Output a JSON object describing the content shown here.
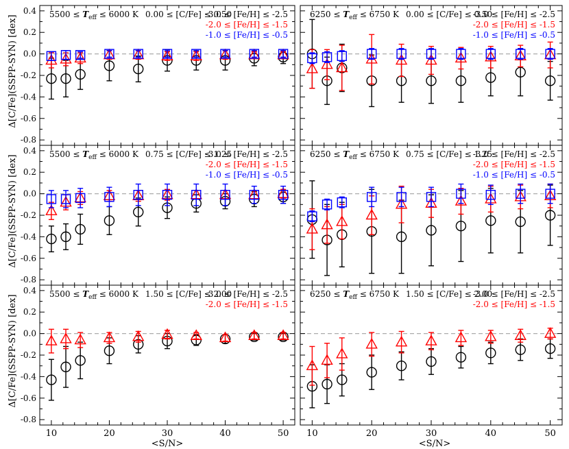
{
  "figure": {
    "x_label": "<S/N>",
    "y_label": "Δ[C/Fe](SSPP-SYN) [dex]",
    "x_ticks": [
      "10",
      "20",
      "30",
      "40",
      "50"
    ],
    "y_ticks": [
      "0.4",
      "0.2",
      "0.0",
      "-0.2",
      "-0.4",
      "-0.6",
      "-0.8"
    ]
  },
  "series_colors": {
    "circle": "#000000",
    "triangle": "#ff0000",
    "square": "#0000ff",
    "zero_line": "#aaaaaa"
  },
  "chart_data": [
    {
      "type": "scatter",
      "row": 0,
      "col": 0,
      "teff_label": "5500 ≤ T_eff ≤ 6000 K",
      "teff_lo": "5500 ≤ ",
      "teff_T": "T",
      "teff_sub": "eff",
      "teff_hi": " ≤ 6000 K",
      "cfe_label": "0.00 ≤ [C/Fe] ≤ 0.50",
      "legend": [
        "-3.0 ≤ [Fe/H] ≤ -2.5",
        "-2.0 ≤ [Fe/H] ≤ -1.5",
        "-1.0 ≤ [Fe/H] ≤ -0.5"
      ],
      "xlim": [
        8,
        52
      ],
      "ylim": [
        -0.85,
        0.45
      ],
      "x": [
        10,
        12.5,
        15,
        20,
        25,
        30,
        35,
        40,
        45,
        50
      ],
      "series": [
        {
          "marker": "circle",
          "values": [
            -0.23,
            -0.23,
            -0.19,
            -0.11,
            -0.14,
            -0.06,
            -0.06,
            -0.06,
            -0.04,
            -0.03
          ],
          "errors": [
            0.19,
            0.17,
            0.14,
            0.14,
            0.12,
            0.1,
            0.09,
            0.09,
            0.07,
            0.06
          ]
        },
        {
          "marker": "triangle",
          "values": [
            -0.06,
            -0.05,
            -0.04,
            -0.01,
            -0.01,
            -0.02,
            -0.02,
            -0.01,
            -0.01,
            -0.01
          ],
          "errors": [
            0.07,
            0.06,
            0.05,
            0.04,
            0.04,
            0.04,
            0.04,
            0.04,
            0.03,
            0.03
          ]
        },
        {
          "marker": "square",
          "values": [
            -0.02,
            -0.01,
            -0.01,
            0.0,
            0.0,
            0.0,
            0.0,
            0.0,
            0.0,
            0.0
          ],
          "errors": [
            0.04,
            0.04,
            0.03,
            0.03,
            0.03,
            0.03,
            0.03,
            0.03,
            0.03,
            0.03
          ]
        }
      ]
    },
    {
      "type": "scatter",
      "row": 0,
      "col": 1,
      "teff_label": "6250 ≤ T_eff ≤ 6750 K",
      "teff_lo": "6250 ≤ ",
      "teff_T": "T",
      "teff_sub": "eff",
      "teff_hi": " ≤ 6750 K",
      "cfe_label": "0.00 ≤ [C/Fe] ≤ 0.50",
      "legend": [
        "-3.0 ≤ [Fe/H] ≤ -2.5",
        "-2.0 ≤ [Fe/H] ≤ -1.5",
        "-1.0 ≤ [Fe/H] ≤ -0.5"
      ],
      "xlim": [
        8,
        52
      ],
      "ylim": [
        -0.85,
        0.45
      ],
      "x": [
        10,
        12.5,
        15,
        20,
        25,
        30,
        35,
        40,
        45,
        50
      ],
      "series": [
        {
          "marker": "circle",
          "values": [
            0.0,
            -0.25,
            -0.13,
            -0.25,
            -0.25,
            -0.25,
            -0.25,
            -0.22,
            -0.17,
            -0.25
          ],
          "errors": [
            0.32,
            0.22,
            0.22,
            0.24,
            0.2,
            0.21,
            0.2,
            0.17,
            0.22,
            0.18
          ]
        },
        {
          "marker": "triangle",
          "values": [
            -0.14,
            -0.1,
            -0.13,
            -0.05,
            -0.06,
            -0.06,
            -0.04,
            -0.03,
            -0.02,
            -0.01
          ],
          "errors": [
            0.18,
            0.14,
            0.21,
            0.23,
            0.15,
            0.13,
            0.1,
            0.1,
            0.1,
            0.12
          ]
        },
        {
          "marker": "square",
          "values": [
            -0.04,
            -0.03,
            -0.02,
            0.0,
            0.0,
            0.0,
            0.0,
            0.0,
            0.0,
            0.0
          ],
          "errors": [
            0.05,
            0.05,
            0.05,
            0.05,
            0.05,
            0.05,
            0.05,
            0.05,
            0.05,
            0.05
          ]
        }
      ]
    },
    {
      "type": "scatter",
      "row": 1,
      "col": 0,
      "teff_label": "5500 ≤ T_eff ≤ 6000 K",
      "teff_lo": "5500 ≤ ",
      "teff_T": "T",
      "teff_sub": "eff",
      "teff_hi": " ≤ 6000 K",
      "cfe_label": "0.75 ≤ [C/Fe] ≤ 1.25",
      "legend": [
        "-3.0 ≤ [Fe/H] ≤ -2.5",
        "-2.0 ≤ [Fe/H] ≤ -1.5",
        "-1.0 ≤ [Fe/H] ≤ -0.5"
      ],
      "xlim": [
        8,
        52
      ],
      "ylim": [
        -0.85,
        0.45
      ],
      "x": [
        10,
        12.5,
        15,
        20,
        25,
        30,
        35,
        40,
        45,
        50
      ],
      "series": [
        {
          "marker": "circle",
          "values": [
            -0.42,
            -0.4,
            -0.33,
            -0.25,
            -0.17,
            -0.13,
            -0.09,
            -0.07,
            -0.05,
            -0.03
          ],
          "errors": [
            0.12,
            0.12,
            0.14,
            0.13,
            0.13,
            0.1,
            0.08,
            0.07,
            0.07,
            0.06
          ]
        },
        {
          "marker": "triangle",
          "values": [
            -0.16,
            -0.08,
            -0.04,
            -0.02,
            -0.02,
            -0.01,
            -0.01,
            -0.01,
            -0.01,
            0.0
          ],
          "errors": [
            0.08,
            0.07,
            0.06,
            0.05,
            0.05,
            0.05,
            0.04,
            0.04,
            0.04,
            0.04
          ]
        },
        {
          "marker": "square",
          "values": [
            -0.05,
            -0.05,
            -0.04,
            -0.03,
            -0.01,
            -0.01,
            -0.01,
            -0.01,
            -0.01,
            -0.01
          ],
          "errors": [
            0.08,
            0.08,
            0.09,
            0.09,
            0.1,
            0.1,
            0.1,
            0.1,
            0.08,
            0.08
          ]
        }
      ]
    },
    {
      "type": "scatter",
      "row": 1,
      "col": 1,
      "teff_label": "6250 ≤ T_eff ≤ 6750 K",
      "teff_lo": "6250 ≤ ",
      "teff_T": "T",
      "teff_sub": "eff",
      "teff_hi": " ≤ 6750 K",
      "cfe_label": "0.75 ≤ [C/Fe] ≤ 1.25",
      "legend": [
        "-3.0 ≤ [Fe/H] ≤ -2.5",
        "-2.0 ≤ [Fe/H] ≤ -1.5",
        "-1.0 ≤ [Fe/H] ≤ -0.5"
      ],
      "xlim": [
        8,
        52
      ],
      "ylim": [
        -0.85,
        0.45
      ],
      "x": [
        10,
        12.5,
        15,
        20,
        25,
        30,
        35,
        40,
        45,
        50
      ],
      "series": [
        {
          "marker": "circle",
          "values": [
            -0.24,
            -0.43,
            -0.38,
            -0.35,
            -0.4,
            -0.34,
            -0.3,
            -0.25,
            -0.26,
            -0.2
          ],
          "errors": [
            0.36,
            0.33,
            0.3,
            0.39,
            0.34,
            0.33,
            0.33,
            0.3,
            0.29,
            0.28
          ]
        },
        {
          "marker": "triangle",
          "values": [
            -0.33,
            -0.29,
            -0.26,
            -0.2,
            -0.1,
            -0.09,
            -0.07,
            -0.05,
            -0.03,
            -0.02
          ],
          "errors": [
            0.19,
            0.17,
            0.16,
            0.18,
            0.17,
            0.13,
            0.12,
            0.12,
            0.11,
            0.11
          ]
        },
        {
          "marker": "square",
          "values": [
            -0.21,
            -0.1,
            -0.08,
            -0.03,
            -0.03,
            -0.03,
            0.0,
            -0.01,
            0.0,
            0.0
          ],
          "errors": [
            0.05,
            0.05,
            0.05,
            0.09,
            0.09,
            0.09,
            0.09,
            0.09,
            0.09,
            0.09
          ]
        }
      ]
    },
    {
      "type": "scatter",
      "row": 2,
      "col": 0,
      "teff_label": "5500 ≤ T_eff ≤ 6000 K",
      "teff_lo": "5500 ≤ ",
      "teff_T": "T",
      "teff_sub": "eff",
      "teff_hi": " ≤ 6000 K",
      "cfe_label": "1.50 ≤ [C/Fe] ≤ 2.00",
      "legend": [
        "-3.0 ≤ [Fe/H] ≤ -2.5",
        "-2.0 ≤ [Fe/H] ≤ -1.5"
      ],
      "xlim": [
        8,
        52
      ],
      "ylim": [
        -0.85,
        0.45
      ],
      "x": [
        10,
        12.5,
        15,
        20,
        25,
        30,
        35,
        40,
        45,
        50
      ],
      "series": [
        {
          "marker": "circle",
          "values": [
            -0.43,
            -0.31,
            -0.25,
            -0.16,
            -0.1,
            -0.07,
            -0.06,
            -0.05,
            -0.03,
            -0.03
          ],
          "errors": [
            0.19,
            0.19,
            0.17,
            0.12,
            0.08,
            0.07,
            0.05,
            0.04,
            0.03,
            0.03
          ]
        },
        {
          "marker": "triangle",
          "values": [
            -0.07,
            -0.05,
            -0.06,
            -0.04,
            -0.03,
            -0.01,
            -0.02,
            -0.04,
            -0.02,
            -0.02
          ],
          "errors": [
            0.11,
            0.09,
            0.07,
            0.05,
            0.05,
            0.04,
            0.03,
            0.03,
            0.03,
            0.03
          ]
        }
      ]
    },
    {
      "type": "scatter",
      "row": 2,
      "col": 1,
      "teff_label": "6250 ≤ T_eff ≤ 6750 K",
      "teff_lo": "6250 ≤ ",
      "teff_T": "T",
      "teff_sub": "eff",
      "teff_hi": " ≤ 6750 K",
      "cfe_label": "1.50 ≤ [C/Fe] ≤ 2.00",
      "legend": [
        "-3.0 ≤ [Fe/H] ≤ -2.5",
        "-2.0 ≤ [Fe/H] ≤ -1.5"
      ],
      "xlim": [
        8,
        52
      ],
      "ylim": [
        -0.85,
        0.45
      ],
      "x": [
        10,
        12.5,
        15,
        20,
        25,
        30,
        35,
        40,
        45,
        50
      ],
      "series": [
        {
          "marker": "circle",
          "values": [
            -0.49,
            -0.47,
            -0.43,
            -0.36,
            -0.3,
            -0.26,
            -0.22,
            -0.18,
            -0.15,
            -0.14
          ],
          "errors": [
            0.2,
            0.18,
            0.15,
            0.16,
            0.13,
            0.12,
            0.1,
            0.1,
            0.1,
            0.09
          ]
        },
        {
          "marker": "triangle",
          "values": [
            -0.3,
            -0.25,
            -0.19,
            -0.1,
            -0.08,
            -0.07,
            -0.04,
            -0.03,
            -0.02,
            0.0
          ],
          "errors": [
            0.18,
            0.16,
            0.15,
            0.11,
            0.1,
            0.08,
            0.07,
            0.06,
            0.06,
            0.05
          ]
        }
      ]
    }
  ]
}
